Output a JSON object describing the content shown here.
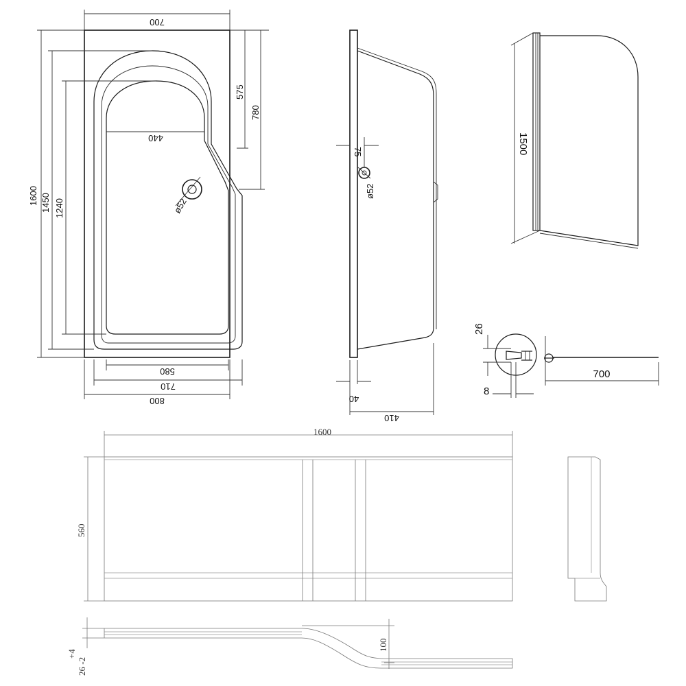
{
  "top_plan": {
    "width_top": "700",
    "right_575": "575",
    "right_780": "780",
    "left_1600": "1600",
    "left_1450": "1450",
    "left_1240": "1240",
    "inner_440": "440",
    "waste_dia": "ø52",
    "bottom_580": "580",
    "bottom_710": "710",
    "bottom_800": "800"
  },
  "side_elevation": {
    "offset_75": "75",
    "waste_dia": "ø52",
    "rim_40": "40",
    "depth_410": "410"
  },
  "screen": {
    "height_1500": "1500",
    "width_700": "700",
    "detail_26": "26",
    "detail_8": "8"
  },
  "front_panel": {
    "length_1600": "1600",
    "height_560": "560",
    "offset_100": "100",
    "tol_plus4": "+4",
    "tol_26_2": "26 -2"
  }
}
